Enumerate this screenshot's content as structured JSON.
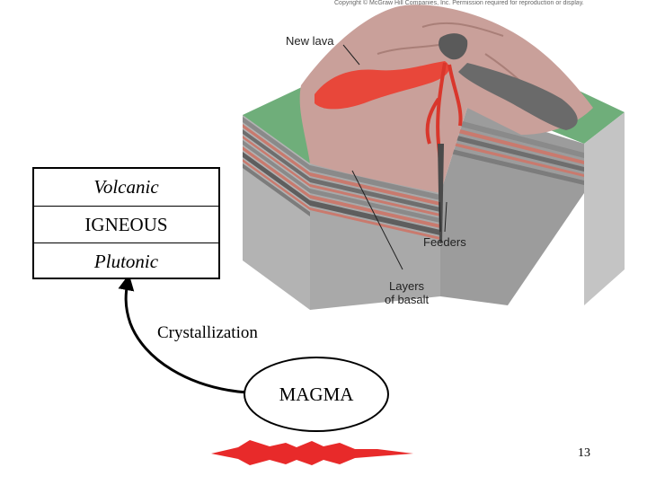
{
  "diagram": {
    "copyright": "Copyright © McGraw Hill Companies, Inc. Permission required for reproduction or display.",
    "labels": {
      "new_lava": "New lava",
      "feeders": "Feeders",
      "layers_line1": "Layers",
      "layers_line2": "of basalt"
    }
  },
  "rock_table": {
    "rows": [
      "Volcanic",
      "IGNEOUS",
      "Plutonic"
    ]
  },
  "process": {
    "label": "Crystallization"
  },
  "magma": {
    "label": "MAGMA"
  },
  "page": {
    "number": "13"
  },
  "colors": {
    "lava": "#e8473a",
    "volcano_pink": "#c9a09a",
    "ground_green": "#6fae7a",
    "block_gray": "#b4b4b4",
    "burst_red": "#e82a2a"
  }
}
